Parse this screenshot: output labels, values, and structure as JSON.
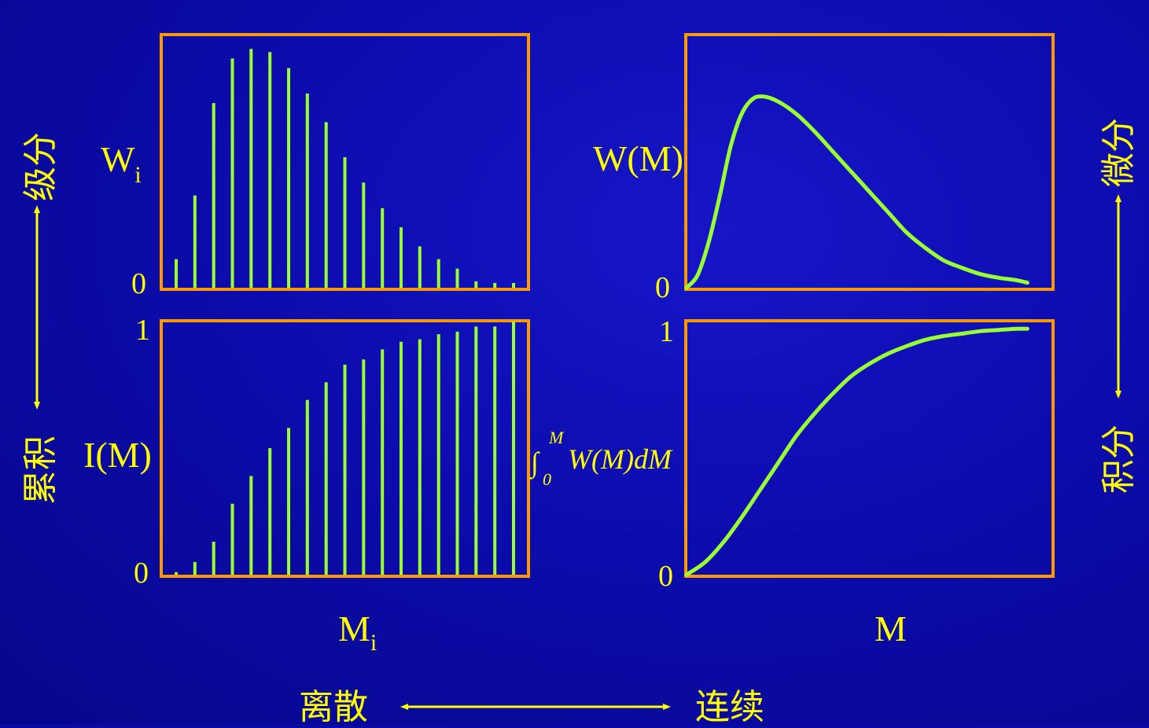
{
  "labels": {
    "wi_main": "W",
    "wi_sub": "i",
    "wm": "W(M)",
    "im": "I(M)",
    "mi_main": "M",
    "mi_sub": "i",
    "m": "M",
    "integral_sign": "∫",
    "integral_upper": "M",
    "integral_lower": "0",
    "integral_body": "W(M)dM"
  },
  "side_labels": {
    "left_top": "级分",
    "left_bottom": "累积",
    "right_top": "微分",
    "right_bottom": "积分",
    "bottom_left": "离散",
    "bottom_right": "连续"
  },
  "colors": {
    "background": "#0a0aa4",
    "frame": "#ff9900",
    "data": "#99ff33",
    "text": "#ffff00"
  },
  "chart_data": [
    {
      "id": "discrete-differential",
      "type": "bar",
      "xlabel": "",
      "ylabel": "Wi",
      "ytick_labels": [
        "0"
      ],
      "ylim": [
        0,
        1
      ],
      "values": [
        0.09,
        0.29,
        0.58,
        0.72,
        0.75,
        0.74,
        0.69,
        0.61,
        0.52,
        0.41,
        0.33,
        0.25,
        0.19,
        0.13,
        0.09,
        0.06,
        0.02,
        0.015,
        0.015
      ]
    },
    {
      "id": "continuous-differential",
      "type": "line",
      "xlabel": "",
      "ylabel": "W(M)",
      "ytick_labels": [
        "0"
      ],
      "xlim": [
        0,
        1
      ],
      "ylim": [
        0,
        1
      ],
      "x": [
        0,
        0.03,
        0.06,
        0.09,
        0.12,
        0.15,
        0.18,
        0.21,
        0.25,
        0.3,
        0.35,
        0.4,
        0.45,
        0.5,
        0.55,
        0.6,
        0.65,
        0.7,
        0.75,
        0.8,
        0.85,
        0.9,
        0.93
      ],
      "y": [
        0,
        0.05,
        0.18,
        0.36,
        0.56,
        0.69,
        0.75,
        0.76,
        0.74,
        0.69,
        0.62,
        0.54,
        0.46,
        0.38,
        0.3,
        0.22,
        0.16,
        0.11,
        0.08,
        0.055,
        0.04,
        0.03,
        0.02
      ]
    },
    {
      "id": "discrete-cumulative",
      "type": "bar",
      "xlabel": "Mi",
      "ylabel": "I(M)",
      "ytick_labels": [
        "0",
        "1"
      ],
      "ylim": [
        0,
        1
      ],
      "values": [
        0.01,
        0.05,
        0.13,
        0.28,
        0.39,
        0.5,
        0.58,
        0.69,
        0.76,
        0.83,
        0.85,
        0.89,
        0.92,
        0.93,
        0.95,
        0.96,
        0.98,
        0.98,
        1.0
      ]
    },
    {
      "id": "continuous-cumulative",
      "type": "line",
      "xlabel": "M",
      "ylabel": "I(M)",
      "ytick_labels": [
        "0",
        "1"
      ],
      "xlim": [
        0,
        1
      ],
      "ylim": [
        0,
        1
      ],
      "x": [
        0,
        0.05,
        0.1,
        0.15,
        0.2,
        0.25,
        0.3,
        0.35,
        0.4,
        0.45,
        0.5,
        0.55,
        0.6,
        0.65,
        0.7,
        0.75,
        0.8,
        0.85,
        0.9,
        0.93
      ],
      "y": [
        0,
        0.05,
        0.13,
        0.23,
        0.34,
        0.45,
        0.56,
        0.65,
        0.73,
        0.8,
        0.85,
        0.89,
        0.92,
        0.945,
        0.96,
        0.97,
        0.98,
        0.985,
        0.99,
        0.99
      ]
    }
  ]
}
